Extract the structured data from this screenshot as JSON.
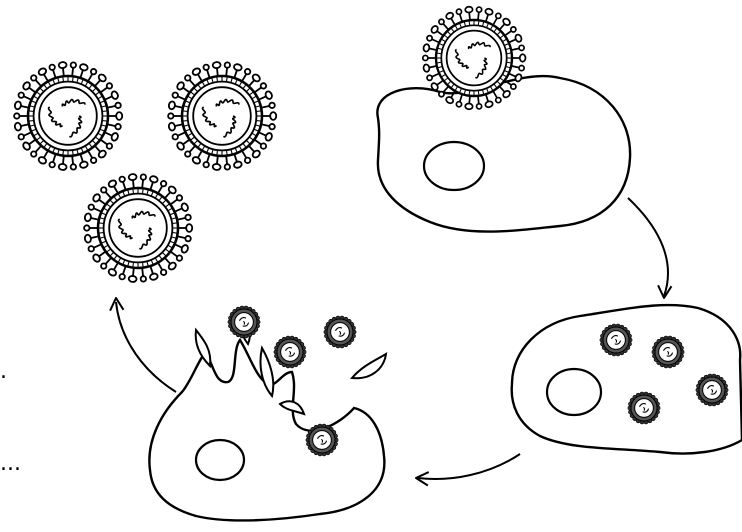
{
  "diagram": {
    "type": "virus-replication-cycle",
    "stages": [
      "free-virions",
      "attachment",
      "intracellular-replication",
      "cell-lysis-release"
    ],
    "cropped_text_marks": [
      ".",
      "..."
    ],
    "stroke_color": "#000000",
    "fill_color": "#ffffff"
  }
}
